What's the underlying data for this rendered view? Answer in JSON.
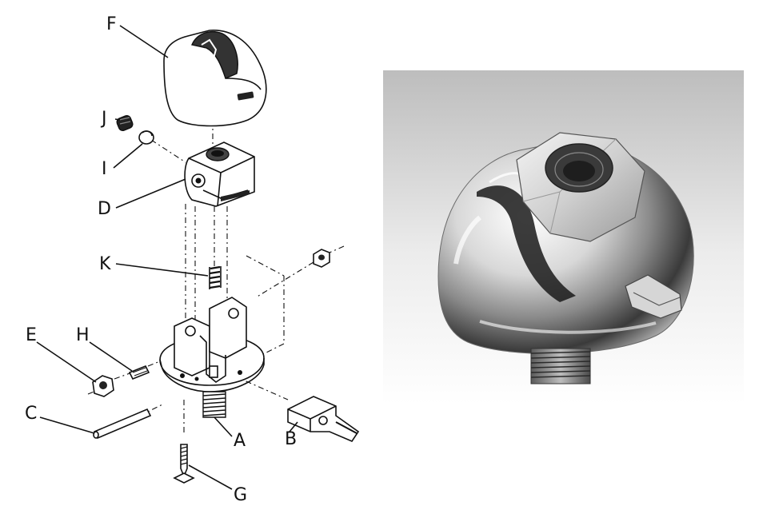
{
  "diagram": {
    "labels": {
      "F": "F",
      "J": "J",
      "I": "I",
      "D": "D",
      "K": "K",
      "E": "E",
      "H": "H",
      "C": "C",
      "A": "A",
      "B": "B",
      "G": "G"
    }
  },
  "photo": {
    "background": "#c9c9c9",
    "metal": "#e8e8e8"
  }
}
